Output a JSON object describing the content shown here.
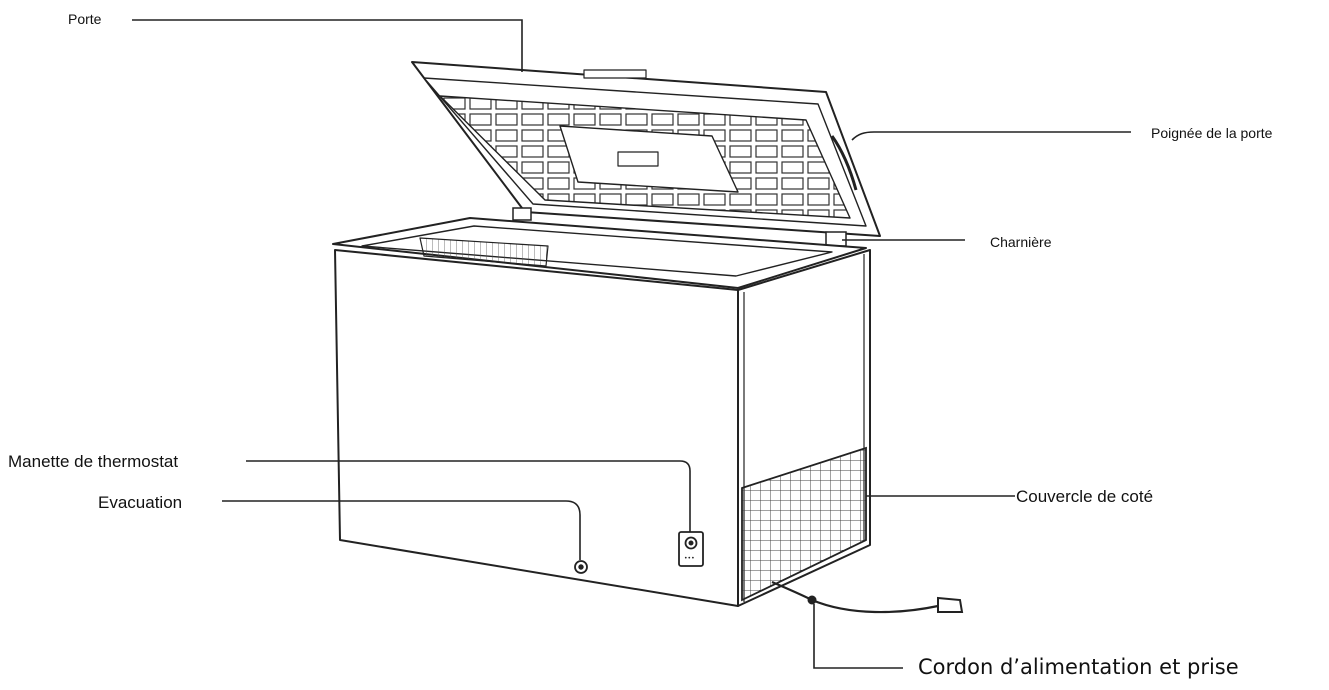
{
  "labels": {
    "porte": "Porte",
    "poignee": "Poignée de la porte",
    "charniere": "Charnière",
    "thermostat": "Manette de thermostat",
    "evacuation": "Evacuation",
    "couvercle": "Couvercle de coté",
    "cordon": "Cordon d’alimentation et prise"
  },
  "colors": {
    "line": "#222222",
    "text": "#111111",
    "background": "#ffffff"
  }
}
